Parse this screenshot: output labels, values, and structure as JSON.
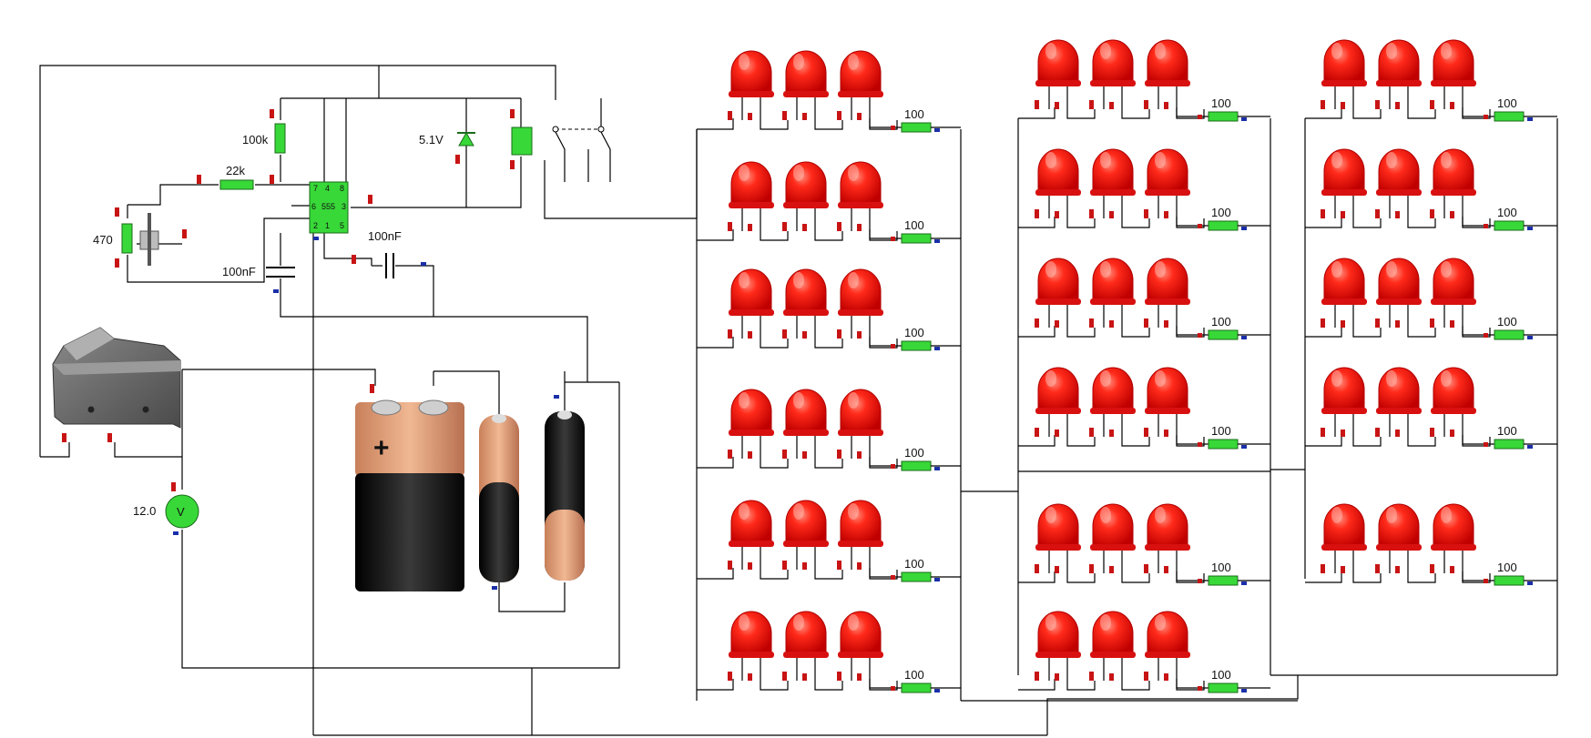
{
  "colors": {
    "wire": "#000000",
    "component_green": "#38d838",
    "led_red": "#ff1a1a",
    "pin_red": "#c81414",
    "pin_blue": "#1a2fa8",
    "battery_copper": "#e3a07a",
    "battery_black": "#111111",
    "switch_gray": "#6a6a6a"
  },
  "labels": {
    "r_100k": "100k",
    "r_22k": "22k",
    "pot_470": "470",
    "zener": "5.1V",
    "cap_timing": "100nF",
    "cap_control": "100nF",
    "voltmeter": "12.0",
    "voltmeter_symbol": "V",
    "ic_name": "555",
    "ic_pins": [
      "7",
      "4",
      "8",
      "6",
      "3",
      "2",
      "1",
      "5"
    ],
    "battery_plus": "+"
  },
  "led_banks": {
    "resistor_value": "100",
    "leds_per_string": 3,
    "strings_per_column": [
      6,
      6,
      5
    ]
  },
  "icons": [
    "rocker-switch-icon",
    "9v-battery-icon",
    "aa-battery-icon",
    "led-icon",
    "relay-icon",
    "zener-diode-icon",
    "voltmeter-icon",
    "potentiometer-icon",
    "capacitor-icon",
    "resistor-icon"
  ]
}
